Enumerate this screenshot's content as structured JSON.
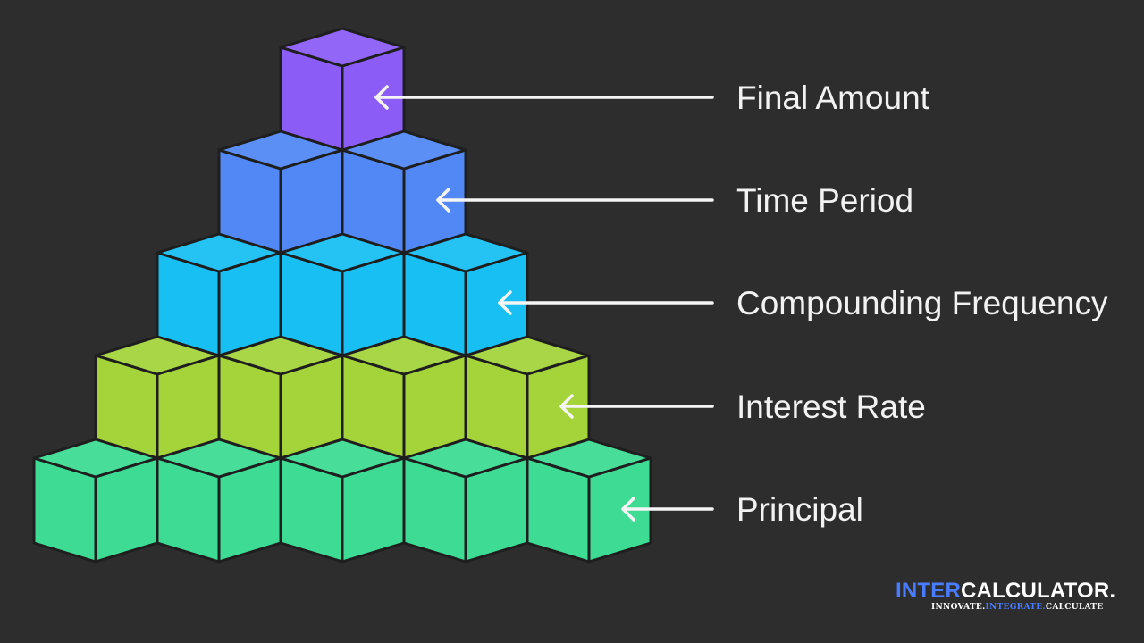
{
  "levels": [
    {
      "label": "Final Amount",
      "cubes": 1,
      "color": "#8b5cf6"
    },
    {
      "label": "Time Period",
      "cubes": 2,
      "color": "#5288f5"
    },
    {
      "label": "Compounding Frequency",
      "cubes": 3,
      "color": "#17bff3"
    },
    {
      "label": "Interest Rate",
      "cubes": 4,
      "color": "#a4d33a"
    },
    {
      "label": "Principal",
      "cubes": 5,
      "color": "#3ddb94"
    }
  ],
  "logo": {
    "word_inter": "INTER",
    "word_calculator": "CALCULATOR.",
    "tagline_left": "INNOVATE.",
    "tagline_mid": "INTEGRATE.",
    "tagline_right": "CALCULATE",
    "accent_color": "#4a7cff"
  },
  "colors": {
    "background": "#2d2d2d",
    "edge": "#1e1e1e",
    "text": "#f2f2f2"
  }
}
